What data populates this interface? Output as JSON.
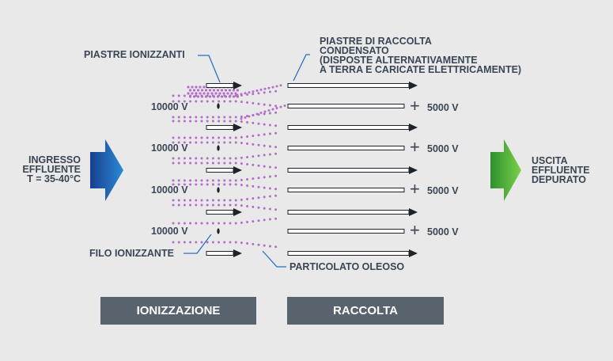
{
  "labels": {
    "ionizing_plates": "PIASTRE IONIZZANTI",
    "collecting_plates": [
      "PIASTRE DI RACCOLTA",
      "CONDENSATO",
      "(DISPOSTE ALTERNATIVAMENTE",
      "A TERRA E CARICATE ELETTRICAMENTE)"
    ],
    "ionizing_wire": "FILO IONIZZANTE",
    "oily_particulate": "PARTICOLATO OLEOSO"
  },
  "inlet": {
    "lines": [
      "INGRESSO",
      "EFFLUENTE",
      "T = 35-40°C"
    ],
    "color": "#1f57b4"
  },
  "outlet": {
    "lines": [
      "USCITA",
      "EFFLUENTE",
      "DEPURATO"
    ],
    "color": "#45b243"
  },
  "ionization_voltages": [
    "10000 V",
    "10000 V",
    "10000 V",
    "10000 V"
  ],
  "collection_voltages": [
    "+",
    "5000 V",
    "+",
    "5000 V",
    "+",
    "5000 V",
    "+",
    "5000 V"
  ],
  "sections": {
    "ionization": "IONIZZAZIONE",
    "collection": "RACCOLTA"
  },
  "colors": {
    "particles": "#b36ec7",
    "text": "#3a4654",
    "leader_lines": "#2a6fc0",
    "section_box": "#59636e"
  }
}
